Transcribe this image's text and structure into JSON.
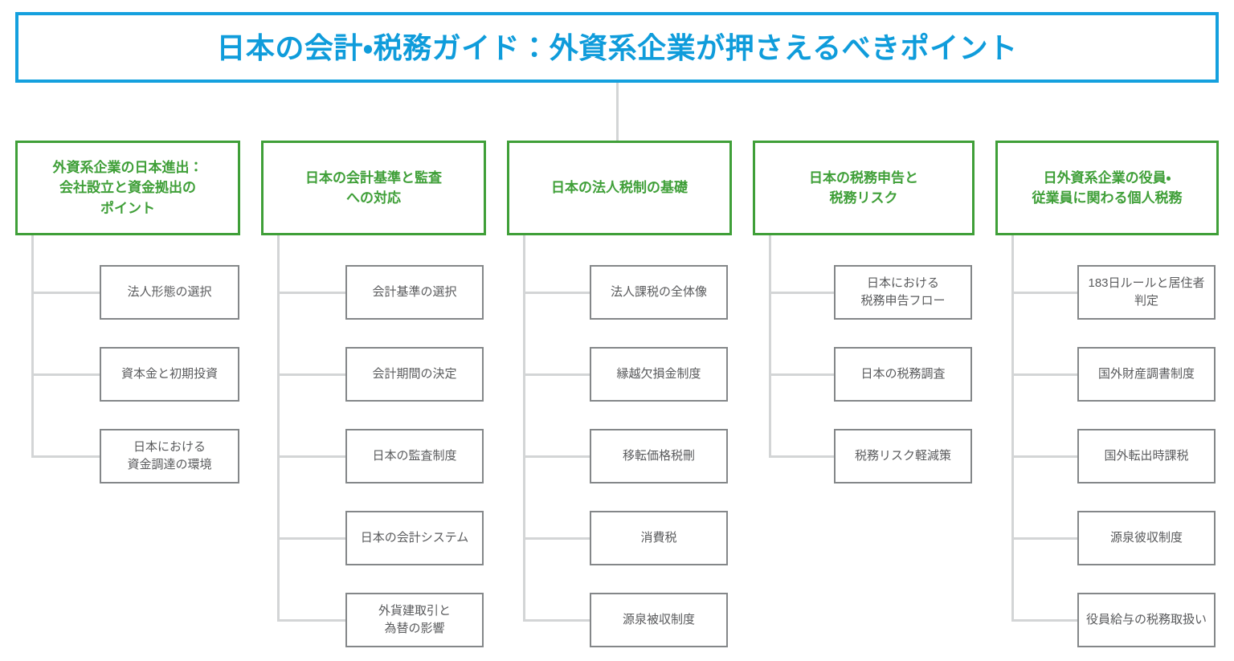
{
  "colors": {
    "title_accent": "#0F9CDB",
    "title_border": "#14A0DE",
    "header_green": "#3F9F38",
    "leaf_border": "#848789",
    "leaf_text": "#5A5B5D",
    "connector": "#D3D5D6"
  },
  "title": "日本の会計・税務ガイド：外資系企業が押さえるべきポイント",
  "columns": [
    {
      "header": "外資系企業の日本進出：\n会社設立と資金拠出の\nポイント",
      "header_lines": [
        "外資系企業の日本進出：",
        "会社設立と資金拠出の",
        "ポイント"
      ],
      "items": [
        {
          "lines": [
            "法人形態の選択"
          ]
        },
        {
          "lines": [
            "資本金と初期投資"
          ]
        },
        {
          "lines": [
            "日本における",
            "資金調達の環境"
          ]
        }
      ]
    },
    {
      "header": "日本の会計基準と監査\nへの対応",
      "header_lines": [
        "日本の会計基準と監査",
        "への対応"
      ],
      "items": [
        {
          "lines": [
            "会計基準の選択"
          ]
        },
        {
          "lines": [
            "会計期間の決定"
          ]
        },
        {
          "lines": [
            "日本の監査制度"
          ]
        },
        {
          "lines": [
            "日本の会計システム"
          ]
        },
        {
          "lines": [
            "外貨建取引と",
            "為替の影響"
          ]
        }
      ]
    },
    {
      "header": "日本の法人税制の基礎",
      "header_lines": [
        "日本の法人税制の基礎"
      ],
      "items": [
        {
          "lines": [
            "法人課税の全体像"
          ]
        },
        {
          "lines": [
            "縁越欠損金制度"
          ]
        },
        {
          "lines": [
            "移転価格税刪"
          ]
        },
        {
          "lines": [
            "消費税"
          ]
        },
        {
          "lines": [
            "源泉被収制度"
          ]
        }
      ]
    },
    {
      "header": "日本の税務申告と\n税務リスク",
      "header_lines": [
        "日本の税務申告と",
        "税務リスク"
      ],
      "items": [
        {
          "lines": [
            "日本における",
            "税務申告フロー"
          ]
        },
        {
          "lines": [
            "日本の税務調査"
          ]
        },
        {
          "lines": [
            "税務リスク軽減策"
          ]
        }
      ]
    },
    {
      "header": "日外資系企業の役員・\n従業員に関わる個人税務",
      "header_lines": [
        "日外資系企業の役員・",
        "従業員に関わる個人税務"
      ],
      "items": [
        {
          "lines": [
            "183日ルールと居住者",
            "判定"
          ]
        },
        {
          "lines": [
            "国外財産調書制度"
          ]
        },
        {
          "lines": [
            "国外転出時課税"
          ]
        },
        {
          "lines": [
            "源泉彼収制度"
          ]
        },
        {
          "lines": [
            "役員給与の税務取扱い"
          ]
        }
      ]
    }
  ]
}
